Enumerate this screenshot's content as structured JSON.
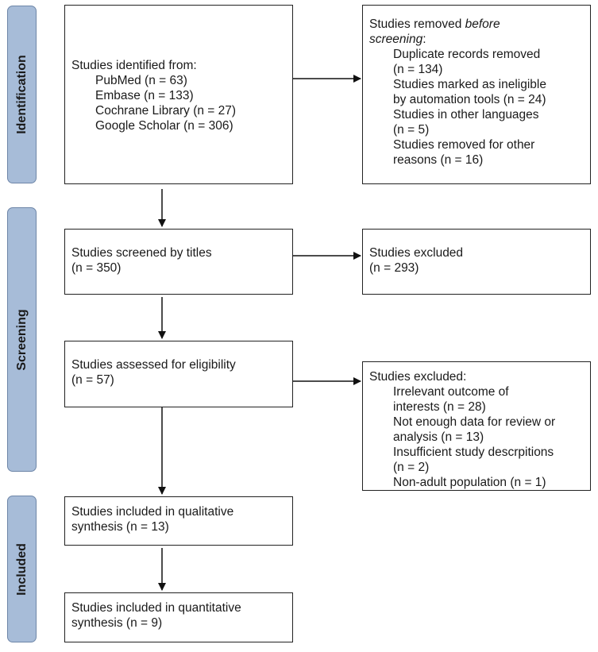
{
  "phases": {
    "identification": "Identification",
    "screening": "Screening",
    "included": "Included"
  },
  "boxes": {
    "identified": {
      "heading": "Studies identified from:",
      "items": [
        "PubMed (n = 63)",
        "Embase (n = 133)",
        "Cochrane Library (n = 27)",
        "Google Scholar (n = 306)"
      ]
    },
    "removed": {
      "heading_plain": "Studies removed ",
      "heading_italic": "before",
      "heading_italic2": "screening",
      "heading_end": ":",
      "lines": [
        "Duplicate records removed",
        "(n = 134)",
        "Studies marked as ineligible",
        "by automation tools (n = 24)",
        "Studies in other languages",
        "(n = 5)",
        "Studies removed for other",
        "reasons (n = 16)"
      ]
    },
    "screened": {
      "line1": "Studies screened by titles",
      "line2": "(n = 350)"
    },
    "excluded1": {
      "line1": "Studies excluded",
      "line2": "(n = 293)"
    },
    "assessed": {
      "line1": "Studies assessed for eligibility",
      "line2": "(n = 57)"
    },
    "excluded2": {
      "heading": "Studies excluded:",
      "lines": [
        "Irrelevant outcome of",
        "interests (n = 28)",
        "Not enough data for review or",
        "analysis (n = 13)",
        "Insufficient study descrpitions",
        "(n = 2)",
        "Non-adult population (n = 1)"
      ]
    },
    "qualitative": {
      "line1": "Studies included in qualitative",
      "line2": "synthesis (n = 13)"
    },
    "quantitative": {
      "line1": "Studies included in quantitative",
      "line2": "synthesis (n = 9)"
    }
  },
  "colors": {
    "phase_fill": "#a7bcd8",
    "phase_border": "#6e86a8",
    "box_border": "#222222"
  }
}
